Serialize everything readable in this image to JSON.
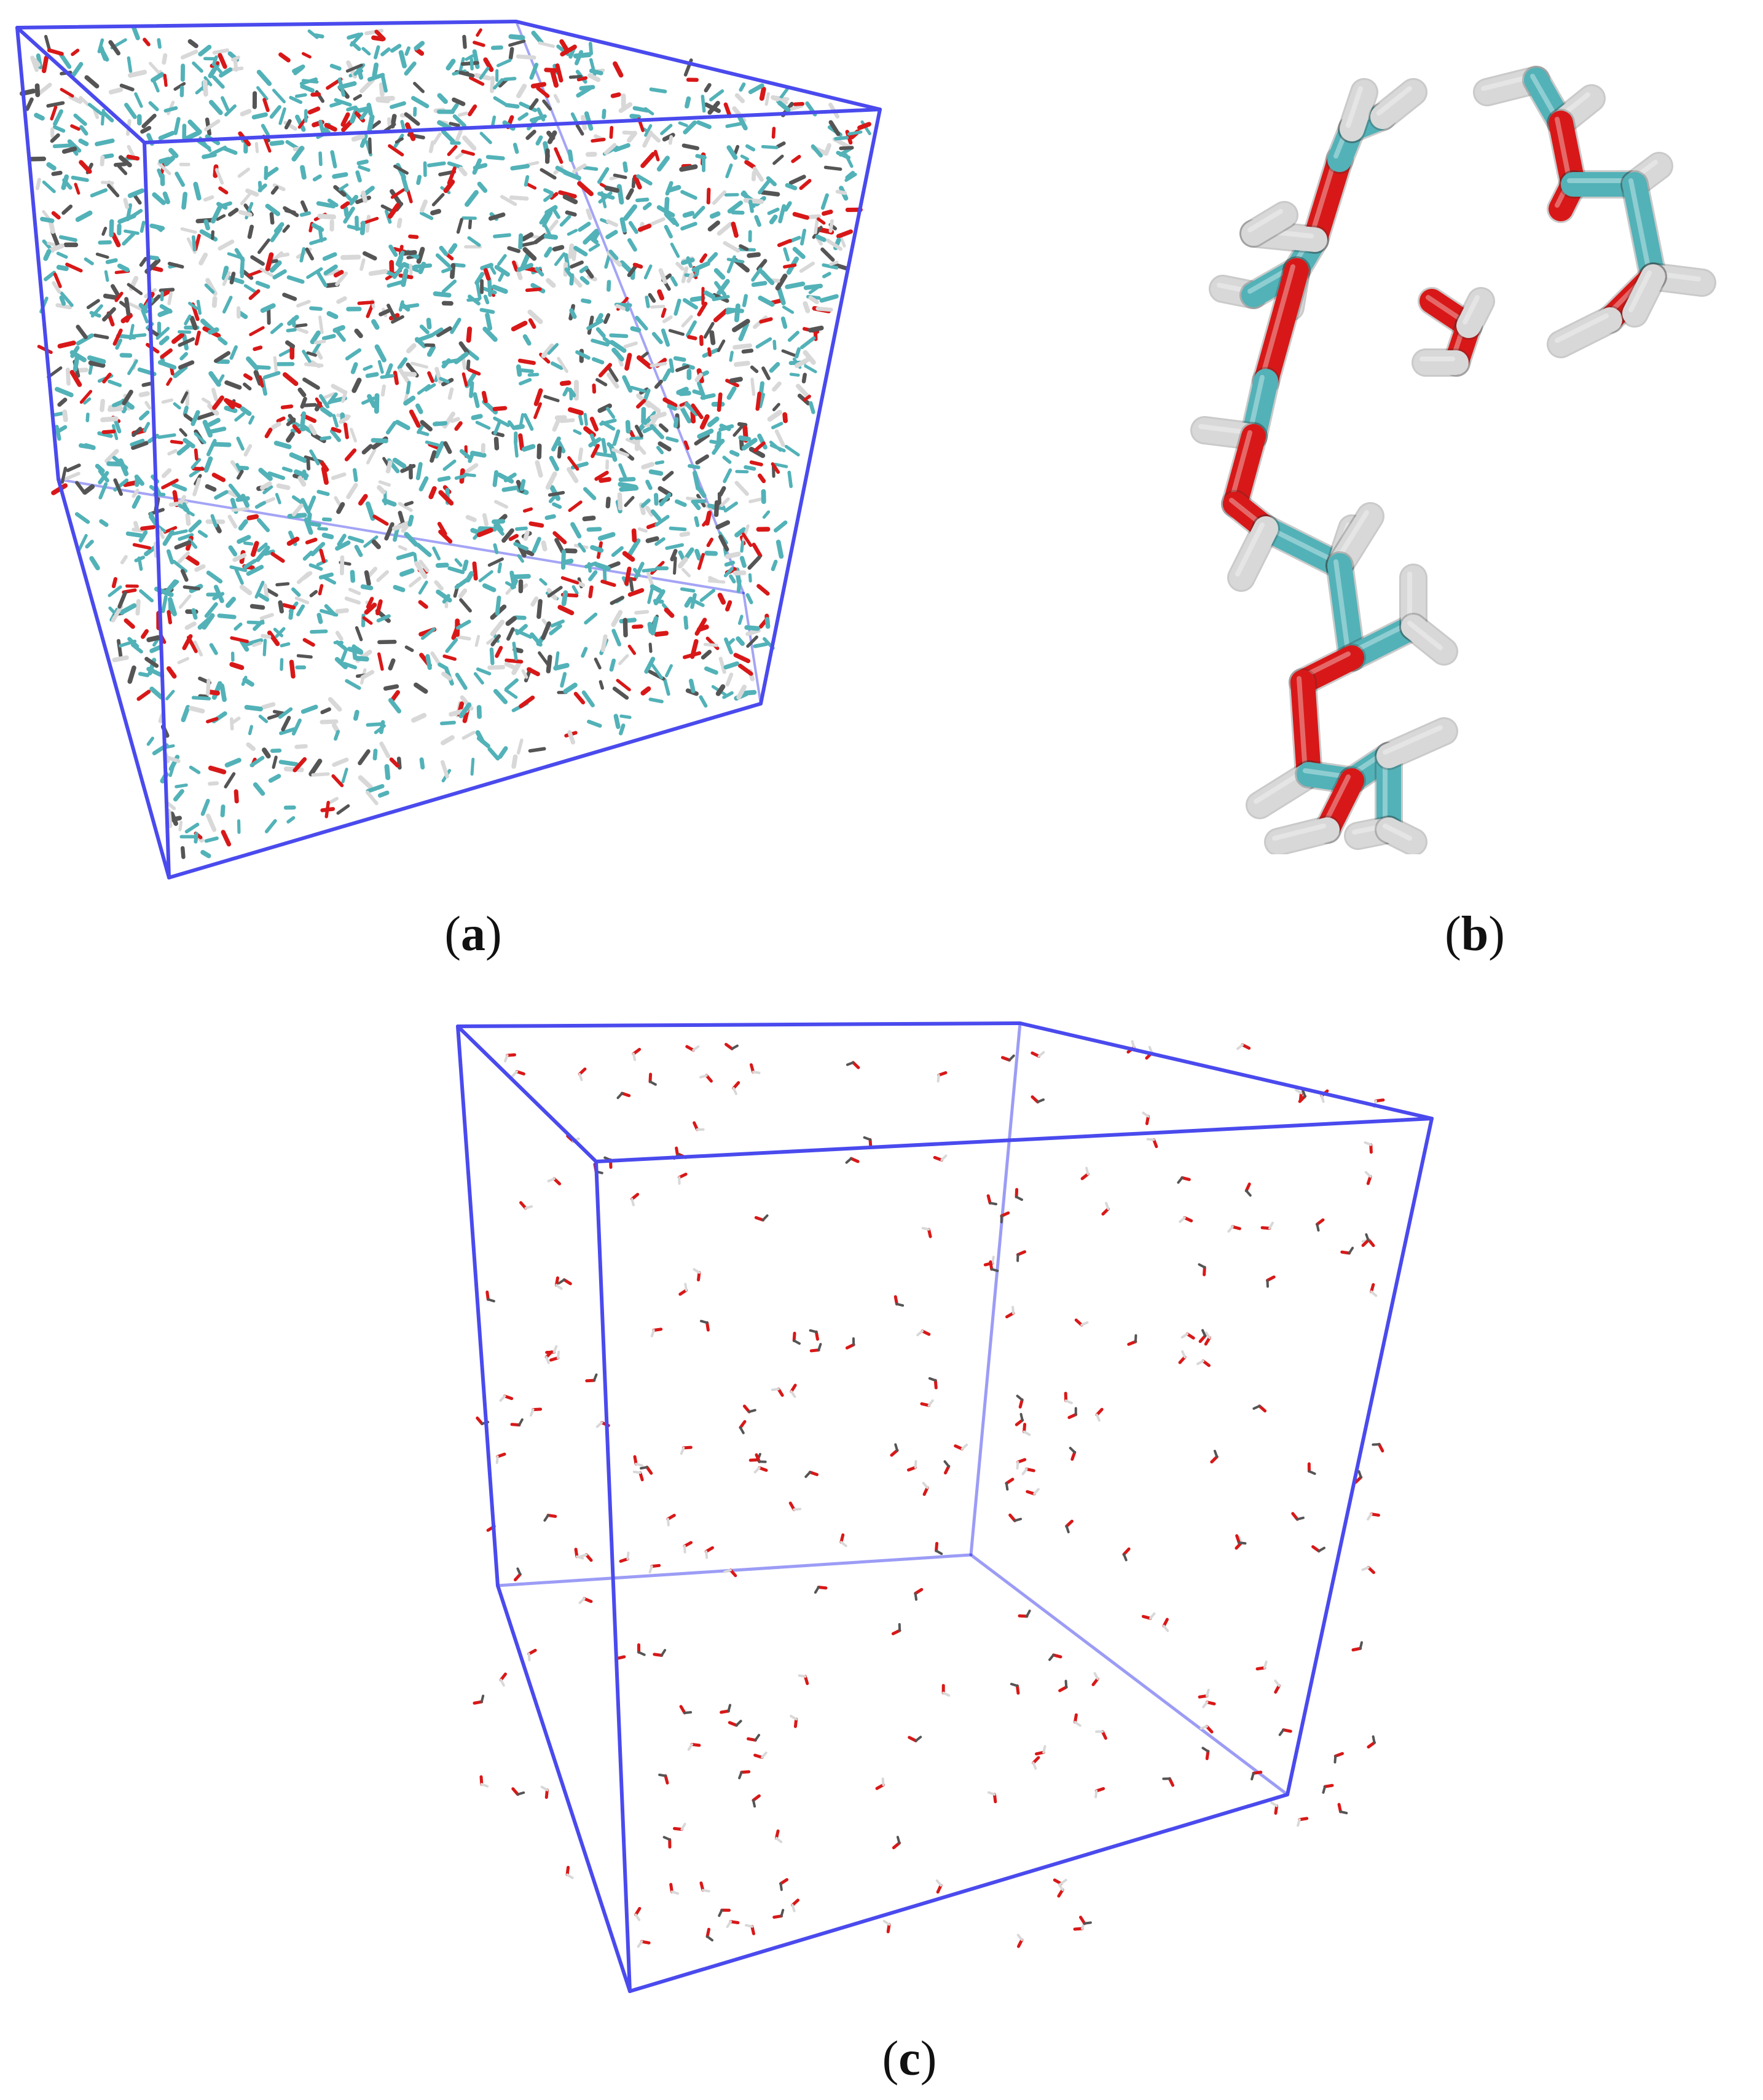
{
  "figure": {
    "panels": [
      {
        "id": "a",
        "caption_open": "(",
        "caption_letter": "a",
        "caption_close": ")"
      },
      {
        "id": "b",
        "caption_open": "(",
        "caption_letter": "b",
        "caption_close": ")"
      },
      {
        "id": "c",
        "caption_open": "(",
        "caption_letter": "c",
        "caption_close": ")"
      }
    ]
  },
  "colors": {
    "box_edge": "#4a4aee",
    "carbon": "#52b2b8",
    "oxygen": "#d81818",
    "hydrogen": "#d8d8d8",
    "dark_atom": "#555555",
    "background": "#ffffff"
  },
  "icons": {
    "panel_a": "dense-liquid-simulation-box",
    "panel_b": "hydrogen-bonded-molecule-cluster",
    "panel_c": "dilute-vapor-simulation-box"
  }
}
